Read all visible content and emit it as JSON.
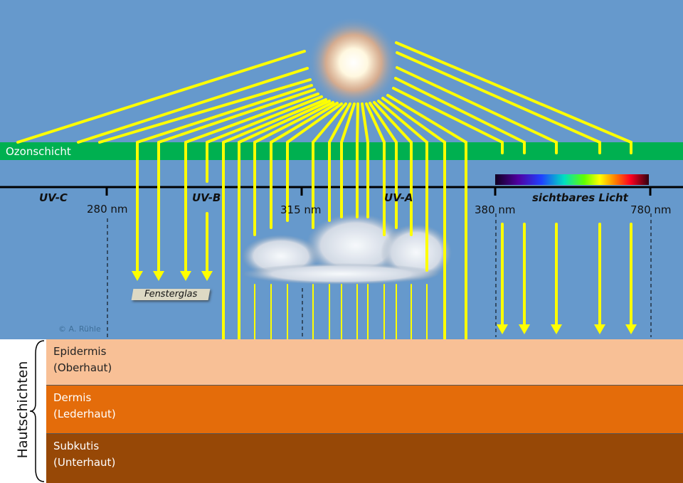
{
  "ozone_label": "Ozonschicht",
  "bands": {
    "uvc": "UV-C",
    "uvb": "UV-B",
    "uva": "UV-A",
    "visible": "sichtbares Licht"
  },
  "ticks": [
    "280 nm",
    "315 nm",
    "380 nm",
    "780 nm"
  ],
  "glass_label": "Fensterglas",
  "copyright": "© A. Rühle",
  "skin_title": "Hautschichten",
  "layers": [
    {
      "name": "Epidermis",
      "sub": "(Oberhaut)",
      "color": "#f8c096"
    },
    {
      "name": "Dermis",
      "sub": "(Lederhaut)",
      "color": "#e46c0a"
    },
    {
      "name": "Subkutis",
      "sub": "(Unterhaut)",
      "color": "#974806"
    }
  ],
  "colors": {
    "sky": "#6699cc",
    "ozone": "#00b050",
    "ray": "#ffff00"
  }
}
